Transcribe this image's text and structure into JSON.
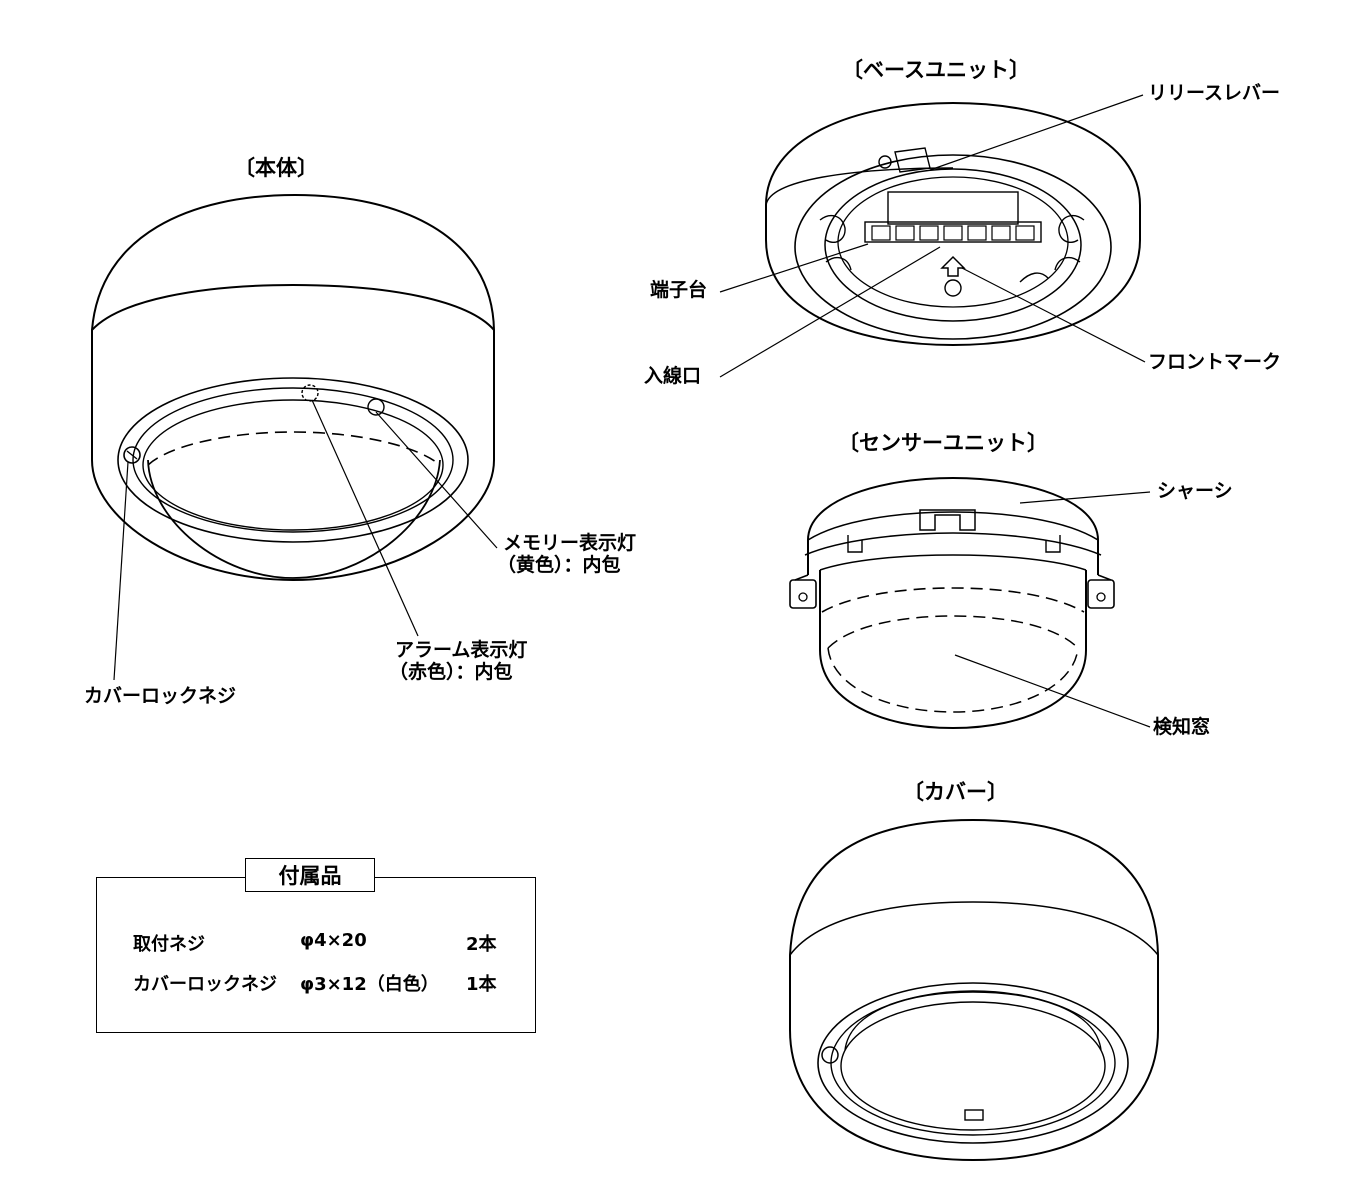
{
  "titles": {
    "main_body": "〔本体〕",
    "base_unit": "〔ベースユニット〕",
    "sensor_unit": "〔センサーユニット〕",
    "cover": "〔カバー〕"
  },
  "labels": {
    "memory_lamp_1": "メモリー表示灯",
    "memory_lamp_2": "（黄色）：内包",
    "alarm_lamp_1": "アラーム表示灯",
    "alarm_lamp_2": "（赤色）：内包",
    "cover_lock_screw": "カバーロックネジ",
    "release_lever": "リリースレバー",
    "terminal_block": "端子台",
    "cable_inlet": "入線口",
    "front_mark": "フロントマーク",
    "chassis": "シャーシ",
    "detection_window": "検知窓"
  },
  "accessories": {
    "title": "付属品",
    "items": [
      {
        "name": "取付ネジ",
        "spec": "φ4×20",
        "qty": "2本"
      },
      {
        "name": "カバーロックネジ",
        "spec": "φ3×12（白色）",
        "qty": "1本"
      }
    ]
  }
}
